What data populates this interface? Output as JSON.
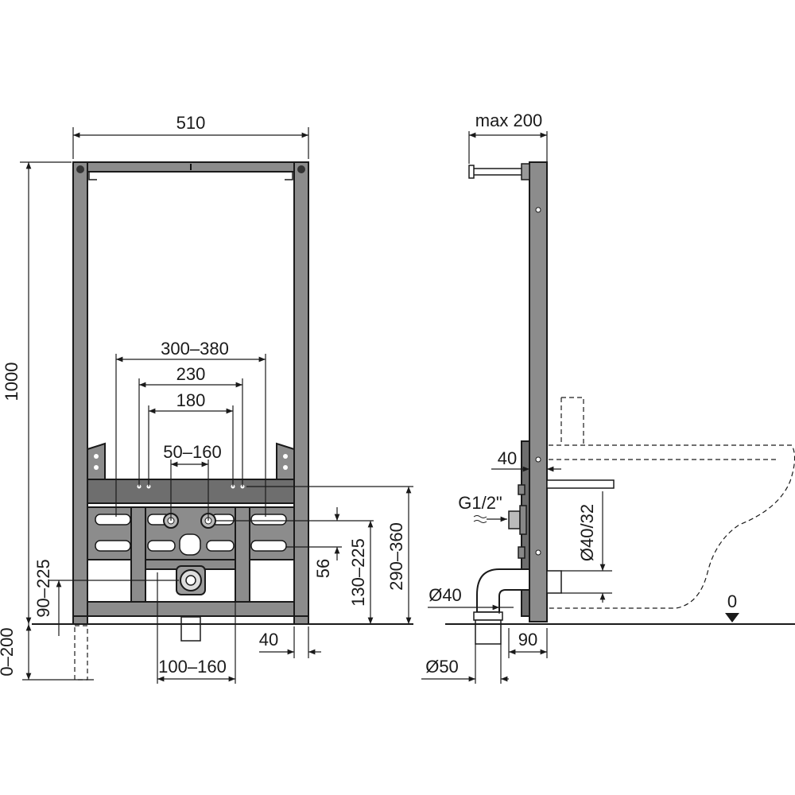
{
  "front_view": {
    "width_label": "510",
    "height_label": "1000",
    "span_300_380": "300–380",
    "span_230": "230",
    "span_180": "180",
    "span_50_160": "50–160",
    "dim_56": "56",
    "dim_130_225": "130–225",
    "dim_290_360": "290–360",
    "dim_90_225": "90–225",
    "dim_0_200": "0–200",
    "dim_40": "40",
    "dim_100_160": "100–160"
  },
  "side_view": {
    "max_label": "max 200",
    "dim_40": "40",
    "thread_label": "G1/2\"",
    "dia_40_32": "Ø40/32",
    "dia_40": "Ø40",
    "dia_50": "Ø50",
    "dim_90": "90",
    "floor_zero": "0"
  }
}
